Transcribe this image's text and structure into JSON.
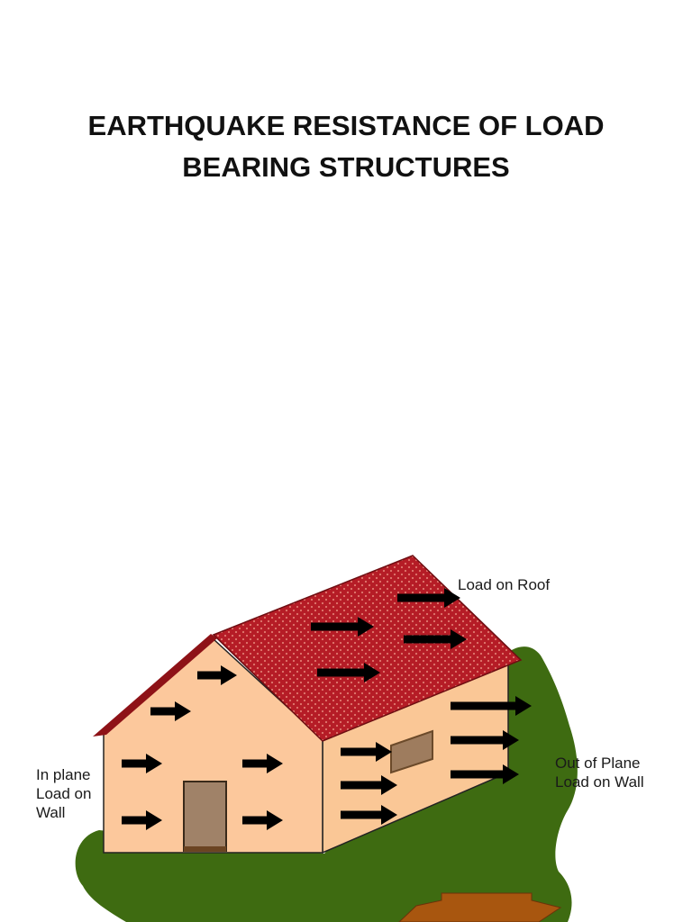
{
  "title": {
    "line1": "EARTHQUAKE RESISTANCE OF LOAD",
    "line2": "BEARING STRUCTURES"
  },
  "labels": {
    "roof": "Load on Roof",
    "in_plane": [
      "In plane",
      "Load on",
      "Wall"
    ],
    "out_of_plane": [
      "Out of Plane",
      "Load on Wall"
    ]
  },
  "colors": {
    "ground": "#3e6b11",
    "front_wall": "#fcc89c",
    "side_wall": "#fac796",
    "roof": "#b51c26",
    "roof_edge": "#8e1217",
    "door": "#a08268",
    "window": "#9e7c5e",
    "arrow": "#000000",
    "shaking_arrow": "#a8560f"
  }
}
